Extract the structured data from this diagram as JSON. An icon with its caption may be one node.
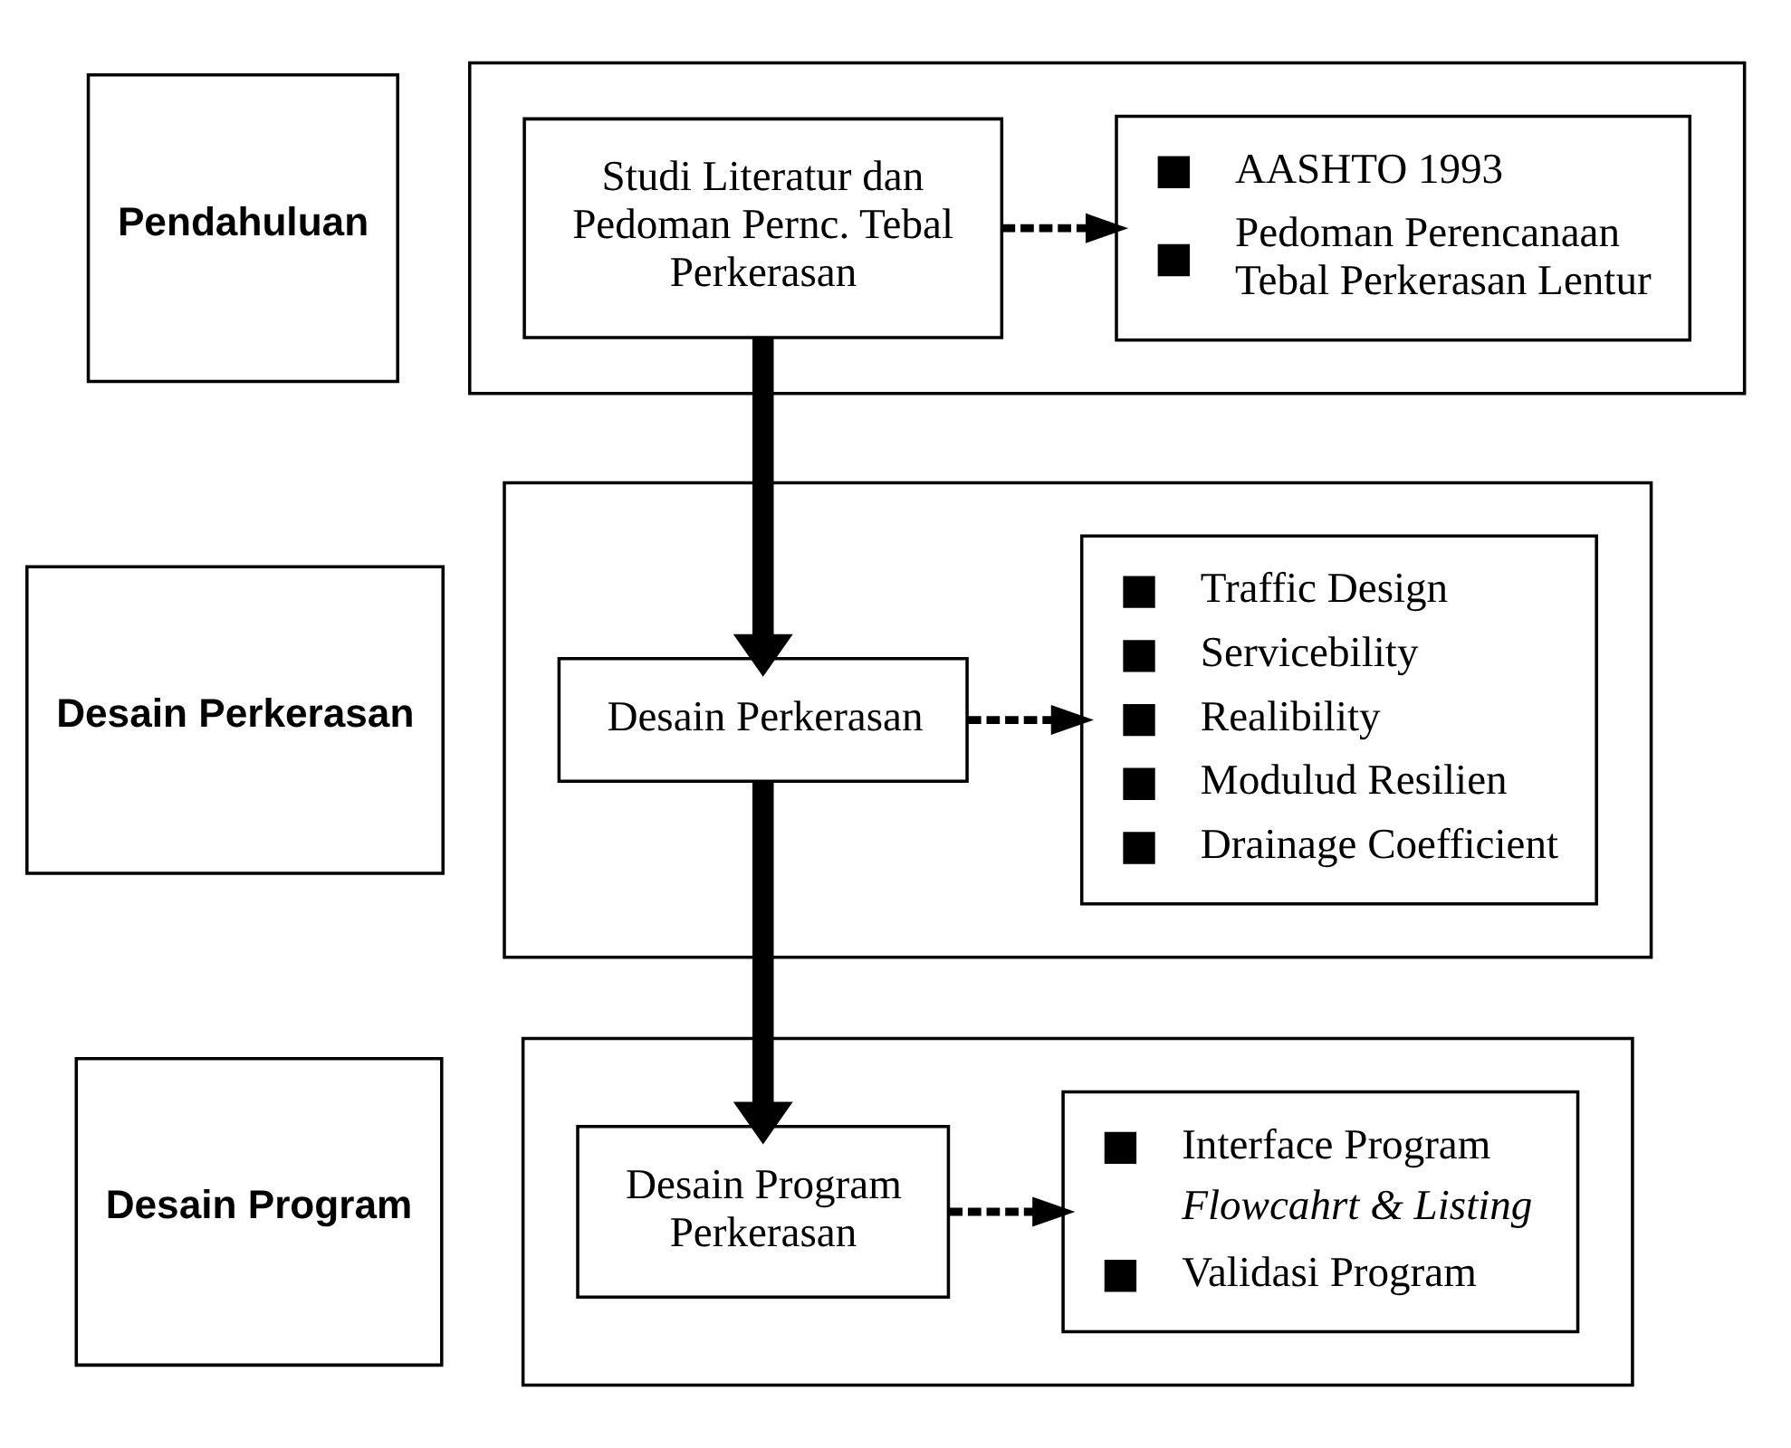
{
  "diagram": {
    "nodes": [
      {
        "text": [
          "Pendahuluan"
        ]
      },
      {
        "text": [],
        "shape": "box"
      },
      {
        "text": [
          "Studi Literatur dan Pedoman Pernc. Tebal Perkerasan"
        ],
        "in": 1
      },
      {
        "text": [
          "AASHTO 1993",
          "Pedoman Perencanaan Tebal Perkerasan Lentur"
        ],
        "in": 1
      },
      {
        "text": [
          "Desain Perkerasan"
        ]
      },
      {
        "text": [],
        "shape": "box"
      },
      {
        "text": [
          "Desain Perkerasan"
        ],
        "in": 5
      },
      {
        "text": [
          "Traffic Design",
          "Servicebility",
          "Realibility",
          "Modulud Resilien",
          "Drainage Coefficient"
        ],
        "in": 5
      },
      {
        "text": [
          "Desain Program"
        ]
      },
      {
        "text": [],
        "shape": "box"
      },
      {
        "text": [
          "Desain Program Perkerasan"
        ],
        "in": 9
      },
      {
        "text": [
          "Interface Program",
          "Flowcahrt & Listing",
          "Validasi Program"
        ],
        "in": 9
      }
    ],
    "edges": [
      {
        "from": 2,
        "to": 3,
        "arrow": "to",
        "style": "dashed"
      },
      {
        "from": 2,
        "to": 6,
        "arrow": "to",
        "style": "thick"
      },
      {
        "from": 6,
        "to": 7,
        "arrow": "to",
        "style": "dashed"
      },
      {
        "from": 6,
        "to": 10,
        "arrow": "to",
        "style": "thick"
      },
      {
        "from": 10,
        "to": 11,
        "arrow": "to",
        "style": "dashed"
      }
    ]
  }
}
